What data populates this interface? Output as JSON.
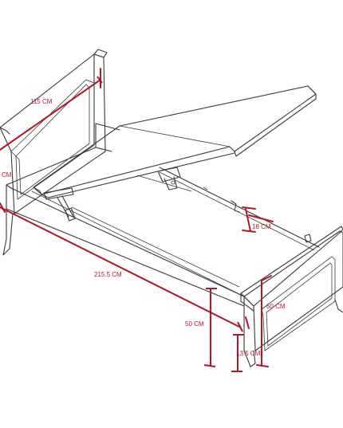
{
  "colors": {
    "line": "#3a3a3a",
    "dimension": "#b0172a",
    "background": "#ffffff"
  },
  "dimensions": {
    "headboard_width": "115 CM",
    "side_cut": "CM",
    "bed_length": "215.5 CM",
    "storage_depth": "18 CM",
    "footboard_height": "60 CM",
    "overall_height": "50 CM",
    "leg_height": "13.5 CM"
  },
  "icons": [
    "gas-strut-icon",
    "hinge-bracket-icon",
    "screw-icon"
  ]
}
